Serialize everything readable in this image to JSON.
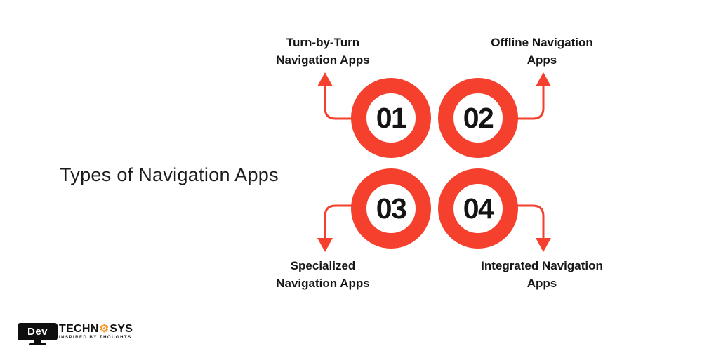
{
  "title": "Types of Navigation Apps",
  "colors": {
    "background": "#FFFFFF",
    "accent_red": "#F4402D",
    "text_dark": "#1B1B1B",
    "logo_black": "#111111",
    "logo_orange": "#F7941E"
  },
  "steps": [
    {
      "number": "01",
      "label_line1": "Turn-by-Turn",
      "label_line2": "Navigation Apps",
      "arrow_direction": "up"
    },
    {
      "number": "02",
      "label_line1": "Offline Navigation",
      "label_line2": "Apps",
      "arrow_direction": "up"
    },
    {
      "number": "03",
      "label_line1": "Specialized",
      "label_line2": "Navigation Apps",
      "arrow_direction": "down"
    },
    {
      "number": "04",
      "label_line1": "Integrated Navigation",
      "label_line2": "Apps",
      "arrow_direction": "down"
    }
  ],
  "brand": {
    "monitor_text": "Dev",
    "name_left": "TECHN",
    "gear_glyph": "⚙",
    "name_right": "SYS",
    "tagline": "INSPIRED BY THOUGHTS"
  }
}
